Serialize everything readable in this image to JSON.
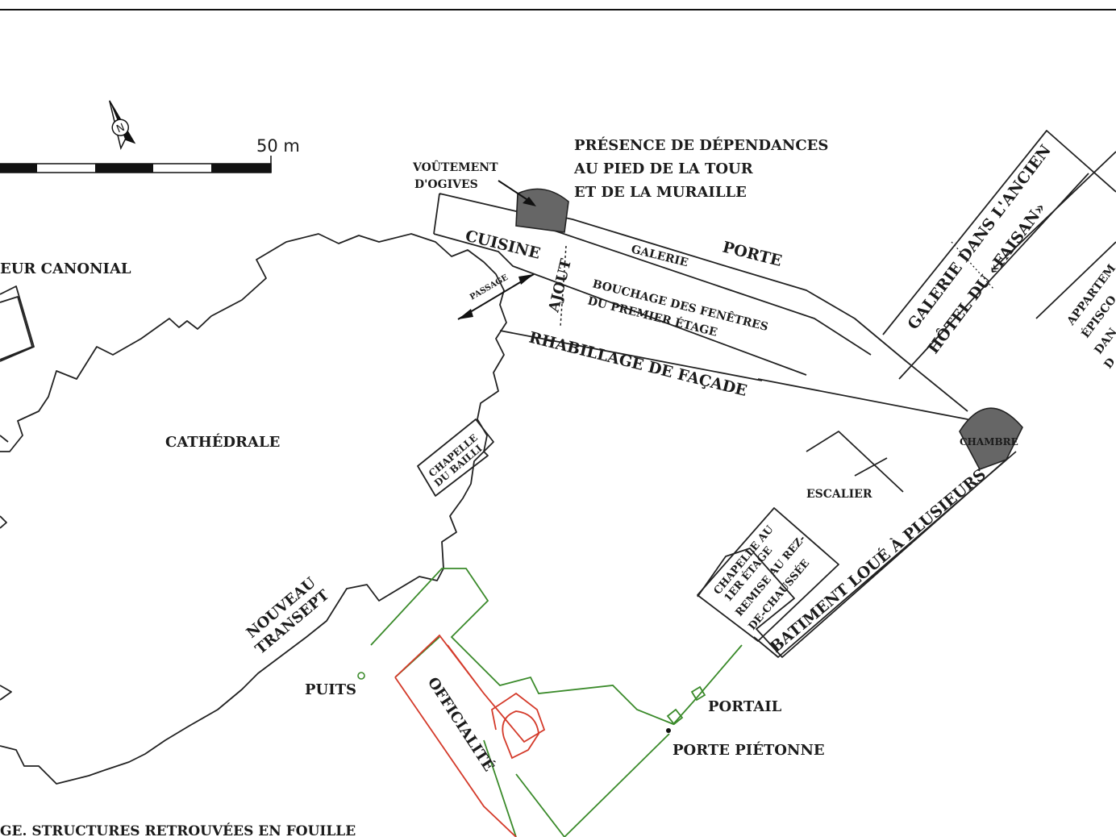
{
  "scale_bar": {
    "label": "50 m"
  },
  "north_arrow": {
    "letter": "N"
  },
  "labels": {
    "voutement": [
      "VOÛTEMENT",
      "D'OGIVES"
    ],
    "presence": [
      "PRÉSENCE DE DÉPENDANCES",
      "AU PIED DE LA TOUR",
      "ET DE LA MURAILLE"
    ],
    "cuisine": "CUISINE",
    "galerie": "GALERIE",
    "porte": "PORTE",
    "passage": "PASSAGE",
    "ajout": "AJOUT",
    "bouchage": [
      "BOUCHAGE DES FENÊTRES",
      "DU PREMIER ÉTAGE"
    ],
    "rhabillage": "RHABILLAGE DE FAÇADE",
    "choeur": "EUR CANONIAL",
    "cathedrale": "CATHÉDRALE",
    "chapelle_bailli": [
      "CHAPELLE",
      "DU BAILLI"
    ],
    "nouveau_transept": [
      "NOUVEAU",
      "TRANSEPT"
    ],
    "puits": "PUITS",
    "officialite": "OFFICIALITÉ",
    "portail": "PORTAIL",
    "porte_pietonne": "PORTE PIÉTONNE",
    "escalier": "ESCALIER",
    "chambre": "CHAMBRE",
    "chapelle_etage": [
      "CHAPELLE AU",
      "1ER ÉTAGE",
      "REMISE AU REZ-",
      "DE-CHAUSSÉE"
    ],
    "batiment": "BATIMENT LOUÉ À PLUSIEURS",
    "galerie_ancien": [
      "GALERIE DANS L'ANCIEN",
      "HÔTEL DU «FAISAN»"
    ],
    "appartement": [
      "APPARTEM",
      "ÉPISCO",
      "DAN",
      "D"
    ]
  },
  "caption": "GE. STRUCTURES RETROUVÉES EN FOUILLE",
  "colors": {
    "ink": "#1c1c1c",
    "green": "#3a8a2a",
    "red": "#d43a2a",
    "shade": "#666666"
  }
}
